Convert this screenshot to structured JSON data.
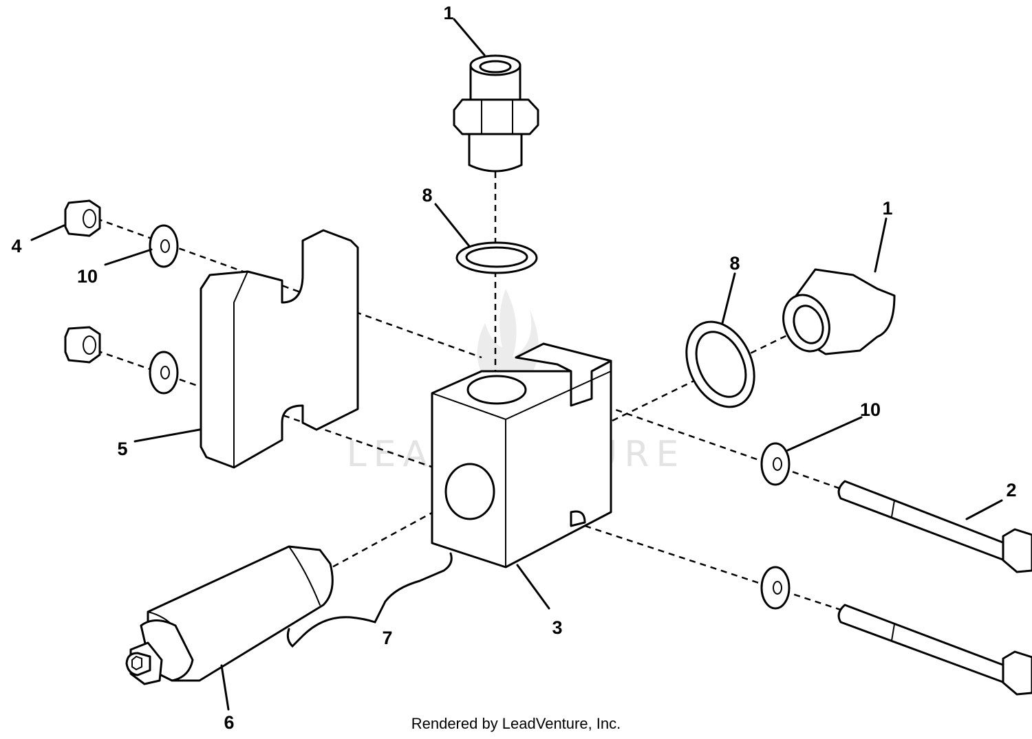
{
  "diagram": {
    "callouts": [
      {
        "id": "c1a",
        "label": "1"
      },
      {
        "id": "c1b",
        "label": "1"
      },
      {
        "id": "c2",
        "label": "2"
      },
      {
        "id": "c3",
        "label": "3"
      },
      {
        "id": "c4",
        "label": "4"
      },
      {
        "id": "c5",
        "label": "5"
      },
      {
        "id": "c6",
        "label": "6"
      },
      {
        "id": "c7",
        "label": "7"
      },
      {
        "id": "c8a",
        "label": "8"
      },
      {
        "id": "c8b",
        "label": "8"
      },
      {
        "id": "c10a",
        "label": "10"
      },
      {
        "id": "c10b",
        "label": "10"
      }
    ],
    "watermark": "LEADVENTURE",
    "footer": "Rendered by LeadVenture, Inc."
  }
}
